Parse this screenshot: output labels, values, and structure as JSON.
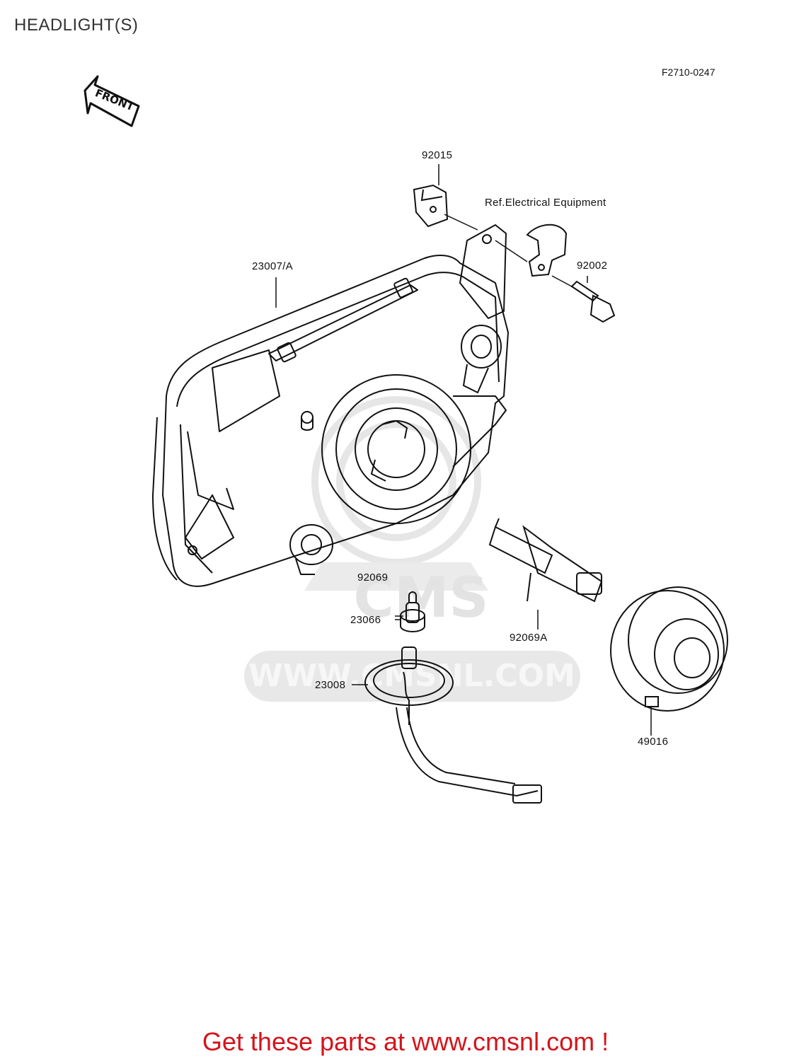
{
  "page": {
    "title": "HEADLIGHT(S)",
    "figure_code": "F2710-0247",
    "footer": "Get these parts at www.cmsnl.com !"
  },
  "diagram": {
    "front_arrow_label": "FRONT",
    "watermark": {
      "brand": "CMS",
      "url": "WWW.CMSNL.COM"
    },
    "labels": {
      "p92015": "92015",
      "ref_electrical": "Ref.Electrical Equipment",
      "p23007a": "23007/A",
      "p92002": "92002",
      "p92069": "92069",
      "p23066": "23066",
      "p92069a": "92069A",
      "p23008": "23008",
      "p49016": "49016"
    }
  },
  "colors": {
    "line": "#111111",
    "watermark": "#e2e2e2",
    "footer_red": "#d4141b"
  }
}
